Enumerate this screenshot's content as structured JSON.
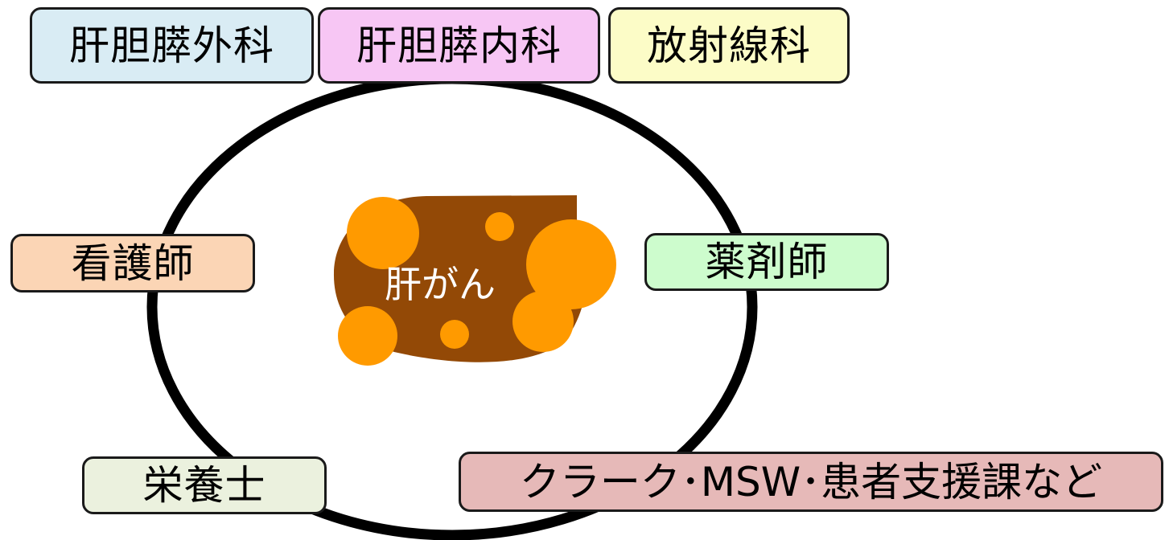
{
  "center": {
    "label": "肝がん",
    "icon": "liver-icon",
    "liver_color": "#934906",
    "tumor_color": "#ff9a00"
  },
  "ring": {
    "color": "#000000"
  },
  "departments": {
    "surgery": {
      "label": "肝胆膵外科",
      "color": "#d9ecf4"
    },
    "internal": {
      "label": "肝胆膵内科",
      "color": "#f7c6f4"
    },
    "radiology": {
      "label": "放射線科",
      "color": "#fcfcc7"
    },
    "nurse": {
      "label": "看護師",
      "color": "#fbd5b5"
    },
    "pharmacist": {
      "label": "薬剤師",
      "color": "#cdfccd"
    },
    "nutrition": {
      "label": "栄養士",
      "color": "#ebf1de"
    },
    "clerk": {
      "label": "クラーク･MSW･患者支援課など",
      "color": "#e6b9b8"
    }
  }
}
